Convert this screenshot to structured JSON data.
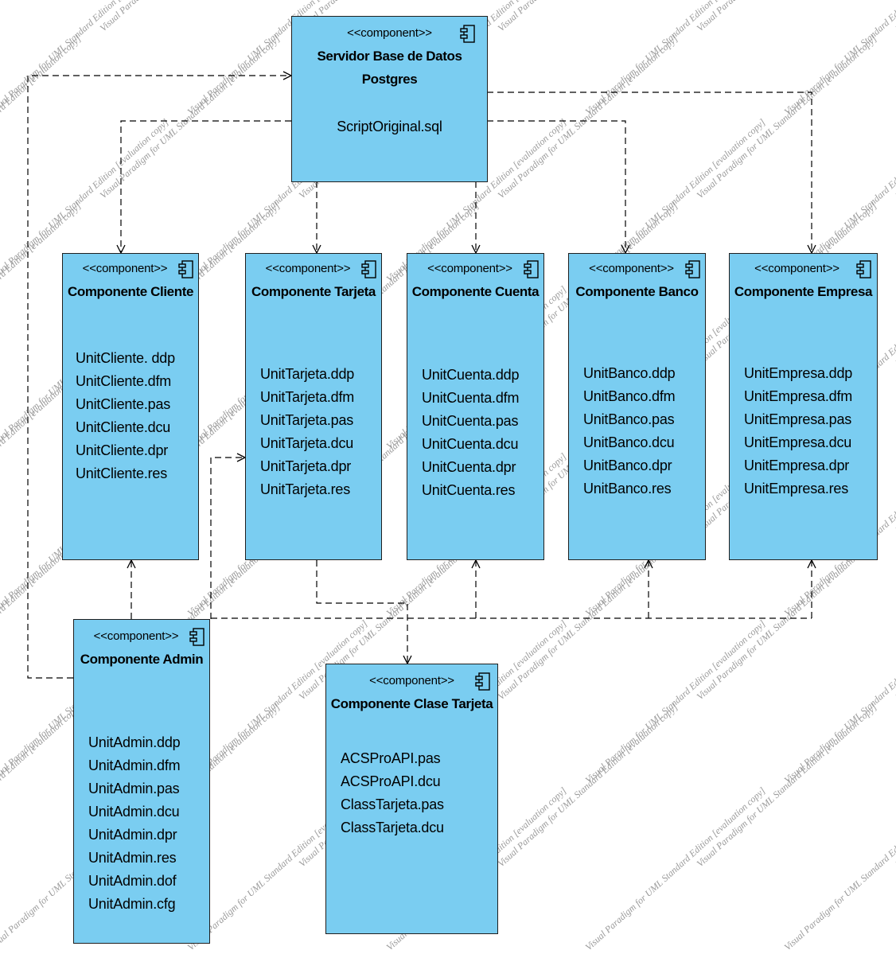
{
  "diagram": {
    "stereotype": "<<component>>",
    "watermark_text": "Visual Paradigm for UML Standard Edition [evaluation copy]",
    "components": {
      "server": {
        "name_line1": "Servidor Base de Datos",
        "name_line2": "Postgres",
        "files": [
          "ScriptOriginal.sql"
        ]
      },
      "cliente": {
        "name": "Componente Cliente",
        "files": [
          "UnitCliente. ddp",
          "UnitCliente.dfm",
          "UnitCliente.pas",
          "UnitCliente.dcu",
          "UnitCliente.dpr",
          "UnitCliente.res"
        ]
      },
      "tarjeta": {
        "name": "Componente Tarjeta",
        "files": [
          "UnitTarjeta.ddp",
          "UnitTarjeta.dfm",
          "UnitTarjeta.pas",
          "UnitTarjeta.dcu",
          "UnitTarjeta.dpr",
          "UnitTarjeta.res"
        ]
      },
      "cuenta": {
        "name": "Componente Cuenta",
        "files": [
          "UnitCuenta.ddp",
          "UnitCuenta.dfm",
          "UnitCuenta.pas",
          "UnitCuenta.dcu",
          "UnitCuenta.dpr",
          "UnitCuenta.res"
        ]
      },
      "banco": {
        "name": "Componente Banco",
        "files": [
          "UnitBanco.ddp",
          "UnitBanco.dfm",
          "UnitBanco.pas",
          "UnitBanco.dcu",
          "UnitBanco.dpr",
          "UnitBanco.res"
        ]
      },
      "empresa": {
        "name": "Componente Empresa",
        "files": [
          "UnitEmpresa.ddp",
          "UnitEmpresa.dfm",
          "UnitEmpresa.pas",
          "UnitEmpresa.dcu",
          "UnitEmpresa.dpr",
          "UnitEmpresa.res"
        ]
      },
      "admin": {
        "name": "Componente Admin",
        "files": [
          "UnitAdmin.ddp",
          "UnitAdmin.dfm",
          "UnitAdmin.pas",
          "UnitAdmin.dcu",
          "UnitAdmin.dpr",
          "UnitAdmin.res",
          "UnitAdmin.dof",
          "UnitAdmin.cfg"
        ]
      },
      "clase": {
        "name": "Componente Clase Tarjeta",
        "files": [
          "ACSProAPI.pas",
          "ACSProAPI.dcu",
          "ClassTarjeta.pas",
          "ClassTarjeta.dcu"
        ]
      }
    },
    "colors": {
      "component_fill": "#7acdf1",
      "border": "#1f1f1f",
      "line": "#000000",
      "watermark": "#9a9a9a"
    }
  }
}
